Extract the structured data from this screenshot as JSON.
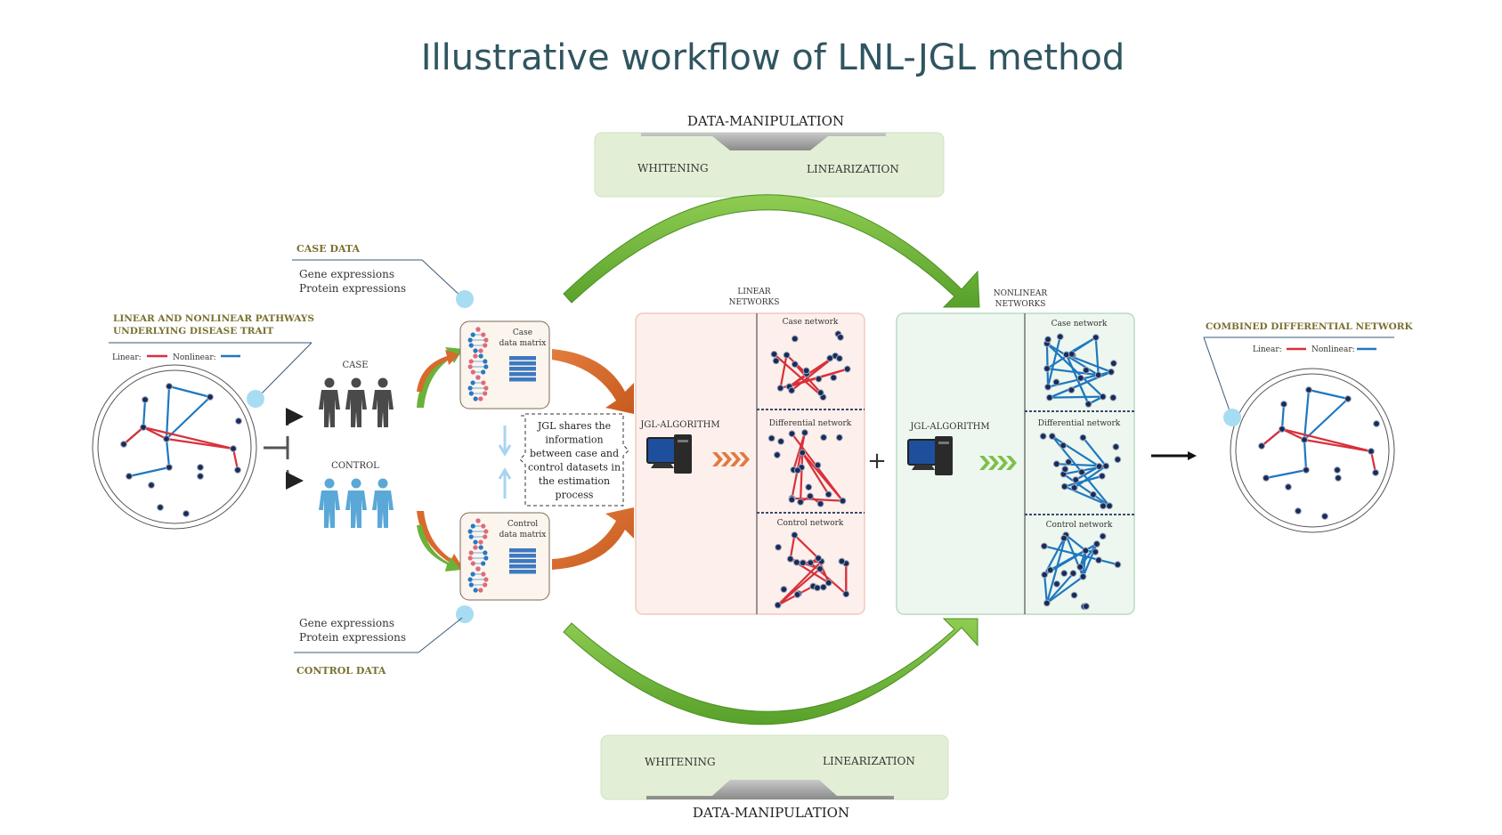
{
  "title": "Illustrative workflow of LNL-JGL method",
  "data_manipulation": {
    "label": "DATA-MANIPULATION",
    "whitening": "WHITENING",
    "linearization": "LINEARIZATION"
  },
  "left": {
    "heading_line1": "LINEAR AND NONLINEAR PATHWAYS",
    "heading_line2": "UNDERLYING DISEASE TRAIT",
    "legend_linear": "Linear:",
    "legend_nonlinear": "Nonlinear:",
    "case_label": "CASE",
    "control_label": "CONTROL"
  },
  "case_data": {
    "title": "CASE DATA",
    "gene": "Gene expressions",
    "protein": "Protein expressions",
    "matrix_line1": "Case",
    "matrix_line2": "data matrix"
  },
  "control_data": {
    "title": "CONTROL DATA",
    "gene": "Gene expressions",
    "protein": "Protein expressions",
    "matrix_line1": "Control",
    "matrix_line2": "data matrix"
  },
  "jgl_note": [
    "JGL shares the",
    "information",
    "between case and",
    "control datasets in",
    "the estimation",
    "process"
  ],
  "linear_panel": {
    "heading_line1": "LINEAR",
    "heading_line2": "NETWORKS",
    "algorithm": "JGL-ALGORITHM",
    "case": "Case network",
    "differential": "Differential network",
    "control": "Control network"
  },
  "nonlinear_panel": {
    "heading_line1": "NONLINEAR",
    "heading_line2": "NETWORKS",
    "algorithm": "JGL-ALGORITHM",
    "case": "Case network",
    "differential": "Differential network",
    "control": "Control network"
  },
  "plus": "+",
  "right": {
    "heading": "COMBINED DIFFERENTIAL NETWORK",
    "legend_linear": "Linear:",
    "legend_nonlinear": "Nonlinear:"
  },
  "colors": {
    "linear": "#d9303a",
    "nonlinear": "#1f78c0",
    "green_arrow": "#6ab23a",
    "orange_arrow": "#d9692c",
    "title": "#2f5560",
    "olive": "#7a7030"
  }
}
